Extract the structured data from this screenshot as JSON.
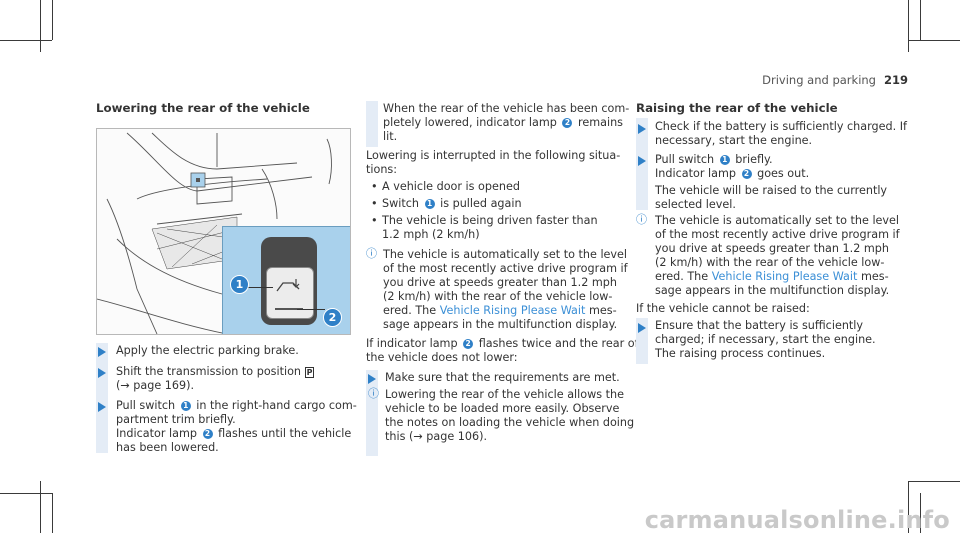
{
  "header": {
    "section": "Driving and parking",
    "page_number": "219"
  },
  "left": {
    "title": "Lowering the rear of the vehicle",
    "steps": [
      "Apply the electric parking brake.",
      "Shift the transmission to position",
      "Pull switch"
    ],
    "step2_gear": "P",
    "step2_ref": "(→ page 169).",
    "step3_rest": "in the right-hand cargo com-",
    "step3_line2": "partment trim briefly.",
    "step3_line3a": "Indicator lamp",
    "step3_line3b": "flashes until the vehicle",
    "step3_line4": "has been lowered.",
    "callout_1": "1",
    "callout_2": "2"
  },
  "middle": {
    "intro_1": "When the rear of the vehicle has been com-",
    "intro_2": "pletely lowered, indicator lamp",
    "intro_2b": "remains",
    "intro_3": "lit.",
    "interrupt_1": "Lowering is interrupted in the following situa-",
    "interrupt_2": "tions:",
    "bullets": [
      "A vehicle door is opened",
      "Switch",
      "The vehicle is being driven faster than"
    ],
    "bullet2_rest": "is pulled again",
    "bullet3_line2": "1.2 mph (2 km/h)",
    "note1_1": "The vehicle is automatically set to the level",
    "note1_2": "of the most recently active drive program if",
    "note1_3": "you drive at speeds greater than 1.2 mph",
    "note1_4": "(2 km/h) with the rear of the vehicle low-",
    "note1_5a": "ered. The",
    "note1_link": "Vehicle Rising Please Wait",
    "note1_5b": "mes-",
    "note1_6": "sage appears in the multifunction display.",
    "flash_1a": "If indicator lamp",
    "flash_1b": "flashes twice and the rear of",
    "flash_2": "the vehicle does not lower:",
    "step_ensure": "Make sure that the requirements are met.",
    "note2_1": "Lowering the rear of the vehicle allows the",
    "note2_2": "vehicle to be loaded more easily. Observe",
    "note2_3": "the notes on loading the vehicle when doing",
    "note2_4": "this (→ page 106)."
  },
  "right": {
    "title": "Raising the rear of the vehicle",
    "s1_1": "Check if the battery is sufficiently charged. If",
    "s1_2": "necessary, start the engine.",
    "s2_1a": "Pull switch",
    "s2_1b": "briefly.",
    "s2_2a": "Indicator lamp",
    "s2_2b": "goes out.",
    "s2_3": "The vehicle will be raised to the currently",
    "s2_4": "selected level.",
    "n1_1": "The vehicle is automatically set to the level",
    "n1_2": "of the most recently active drive program if",
    "n1_3": "you drive at speeds greater than 1.2 mph",
    "n1_4": "(2 km/h) with the rear of the vehicle low-",
    "n1_5a": "ered. The",
    "n1_link": "Vehicle Rising Please Wait",
    "n1_5b": "mes-",
    "n1_6": "sage appears in the multifunction display.",
    "cannot": "If the vehicle cannot be raised:",
    "s3_1": "Ensure that the battery is sufficiently",
    "s3_2": "charged; if necessary, start the engine.",
    "s3_3": "The raising process continues."
  },
  "watermark": "carmanualsonline.info",
  "colors": {
    "accent": "#2f80c7",
    "panel": "#a9d1ec",
    "bar": "#e4ecf6"
  }
}
